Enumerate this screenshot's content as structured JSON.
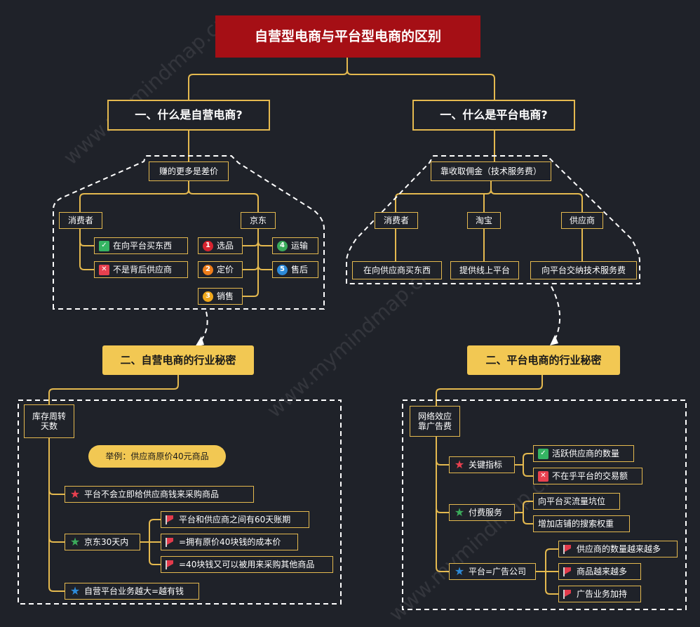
{
  "watermark": "www.mymindmap.cn",
  "colors": {
    "background": "#1f2229",
    "line": "#e4b94f",
    "root": "#a50f15",
    "gold": "#f2c853"
  },
  "root": {
    "title": "自营型电商与平台型电商的区别"
  },
  "self": {
    "heading": "一、什么是自营电商?",
    "profit": "赚的更多是差价",
    "consumer": "消费者",
    "consumer_items": [
      "在向平台买东西",
      "不是背后供应商"
    ],
    "jd": "京东",
    "jd_steps": [
      {
        "num": "1",
        "label": "选品",
        "color": "#d7242f"
      },
      {
        "num": "2",
        "label": "定价",
        "color": "#ef7d1a"
      },
      {
        "num": "3",
        "label": "销售",
        "color": "#f0a81b"
      },
      {
        "num": "4",
        "label": "运输",
        "color": "#3bab5b"
      },
      {
        "num": "5",
        "label": "售后",
        "color": "#2d8ad8"
      }
    ],
    "secret_heading": "二、自营电商的行业秘密",
    "inventory": "库存周转天数",
    "example": "举例：供应商原价40元商品",
    "point1": "平台不会立即给供应商钱来采购商品",
    "point2": "京东30天内",
    "point2_items": [
      "平台和供应商之间有60天账期",
      "=拥有原价40块钱的成本价",
      "=40块钱又可以被用来采购其他商品"
    ],
    "point3": "自营平台业务越大=越有钱"
  },
  "platform": {
    "heading": "一、什么是平台电商?",
    "commission": "靠收取佣金（技术服务费）",
    "roles": [
      "消费者",
      "淘宝",
      "供应商"
    ],
    "role_actions": [
      "在向供应商买东西",
      "提供线上平台",
      "向平台交纳技术服务费"
    ],
    "secret_heading": "二、平台电商的行业秘密",
    "network": "网络效应靠广告费",
    "key_metric": "关键指标",
    "key_items": [
      "活跃供应商的数量",
      "不在乎平台的交易额"
    ],
    "paid": "付费服务",
    "paid_items": [
      "向平台买流量坑位",
      "增加店铺的搜索权重"
    ],
    "ad": "平台=广告公司",
    "ad_items": [
      "供应商的数量越来越多",
      "商品越来越多",
      "广告业务加持"
    ]
  }
}
